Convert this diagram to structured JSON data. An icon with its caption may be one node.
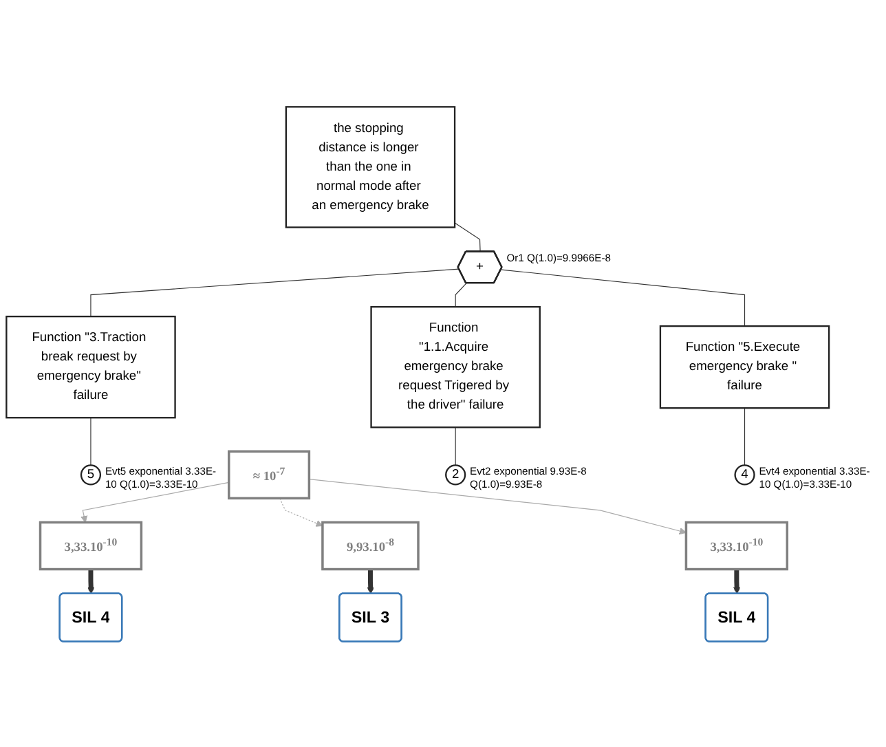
{
  "diagram": {
    "nodes": [
      {
        "text": [
          "the stopping distance is longer than the one in normal mode after an emergency brake"
        ]
      },
      {
        "text": [
          "+"
        ],
        "beside": [
          "Or1 Q(1.0)=9.9966E-8"
        ]
      },
      {
        "text": [
          "≈ 10$^{-7}$"
        ]
      },
      {
        "text": [
          "Function \"3.Traction break request by emergency brake\" failure"
        ]
      },
      {
        "text": [
          "Function \"1.1.Acquire emergency brake request Trigered by the driver\" failure"
        ]
      },
      {
        "text": [
          "Function \"5.Execute emergency brake \" failure"
        ]
      },
      {
        "text": [
          "5"
        ],
        "beside": [
          "Evt5 exponential 3.33E-10 Q(1.0)=3.33E-10"
        ]
      },
      {
        "text": [
          "2"
        ],
        "beside": [
          "Evt2 exponential 9.93E-8 Q(1.0)=9.93E-8"
        ]
      },
      {
        "text": [
          "4"
        ],
        "beside": [
          "Evt4 exponential 3.33E-10 Q(1.0)=3.33E-10"
        ]
      },
      {
        "text": [
          "3,33.10$^{-10}$"
        ]
      },
      {
        "text": [
          "9,93.10$^{-8}$"
        ]
      },
      {
        "text": [
          "3,33.10$^{-10}$"
        ]
      },
      {
        "text": [
          "SIL 4"
        ]
      },
      {
        "text": [
          "SIL 3"
        ]
      },
      {
        "text": [
          "SIL 4"
        ]
      }
    ],
    "edges": [
      {
        "from": 0,
        "to": 1,
        "arrow": "none"
      },
      {
        "from": 1,
        "to": 3,
        "arrow": "none"
      },
      {
        "from": 1,
        "to": 4,
        "arrow": "none"
      },
      {
        "from": 1,
        "to": 5,
        "arrow": "none"
      },
      {
        "from": 3,
        "to": 6,
        "arrow": "none"
      },
      {
        "from": 4,
        "to": 7,
        "arrow": "none"
      },
      {
        "from": 5,
        "to": 8,
        "arrow": "none"
      },
      {
        "from": 2,
        "to": 9,
        "arrow": "to",
        "color": "#aaaaaa"
      },
      {
        "from": 2,
        "to": 10,
        "arrow": "to",
        "style": "dashed",
        "color": "#aaaaaa"
      },
      {
        "from": 2,
        "to": 11,
        "arrow": "to",
        "color": "#aaaaaa"
      },
      {
        "from": 9,
        "to": 12,
        "arrow": "to",
        "style": "thick"
      },
      {
        "from": 10,
        "to": 13,
        "arrow": "to",
        "style": "thick"
      },
      {
        "from": 11,
        "to": 14,
        "arrow": "to",
        "style": "thick"
      }
    ]
  }
}
